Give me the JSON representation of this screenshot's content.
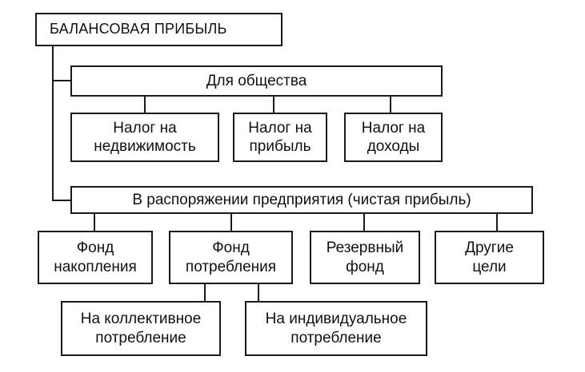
{
  "root": {
    "label": "БАЛАНСОВАЯ ПРИБЫЛЬ"
  },
  "society": {
    "label": "Для общества",
    "children": [
      "Налог на\nнедвижимость",
      "Налог на\nприбыль",
      "Налог на\nдоходы"
    ]
  },
  "enterprise": {
    "label": "В распоряжении предприятия (чистая прибыль)",
    "children": [
      "Фонд\nнакопления",
      "Фонд\nпотребления",
      "Резервный\nфонд",
      "Другие\nцели"
    ]
  },
  "consumption": {
    "children": [
      "На коллективное\nпотребление",
      "На индивидуальное\nпотребление"
    ]
  }
}
